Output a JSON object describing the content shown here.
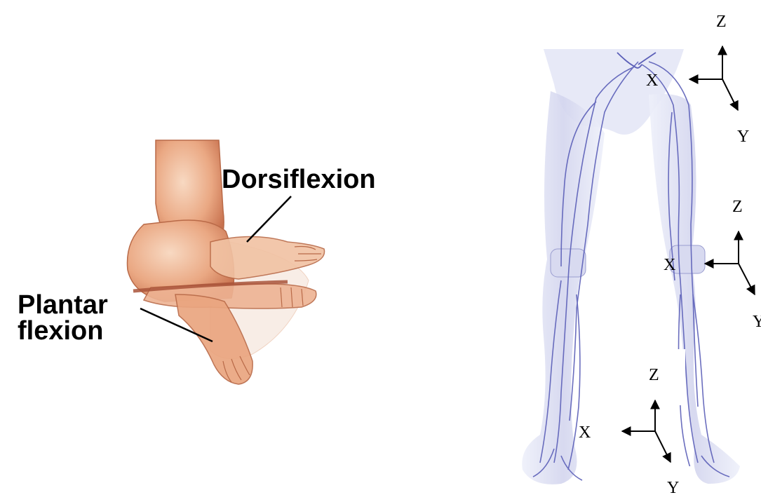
{
  "ankle_diagram": {
    "dorsiflexion_label": "Dorsiflexion",
    "plantar_label_line1": "Plantar",
    "plantar_label_line2": "flexion"
  },
  "leg_diagram": {
    "hip_axes": {
      "z": "Z",
      "x": "X",
      "y": "Y"
    },
    "knee_axes": {
      "z": "Z",
      "x": "X",
      "y": "Y"
    },
    "ankle_axes": {
      "z": "Z",
      "x": "X",
      "y": "Y"
    }
  },
  "colors": {
    "skin": "#e8a57e",
    "skin_dark": "#c9724f",
    "skin_light": "#f6d2b8",
    "vein": "#5b5fb8",
    "leg_shade": "#c9cbea"
  }
}
